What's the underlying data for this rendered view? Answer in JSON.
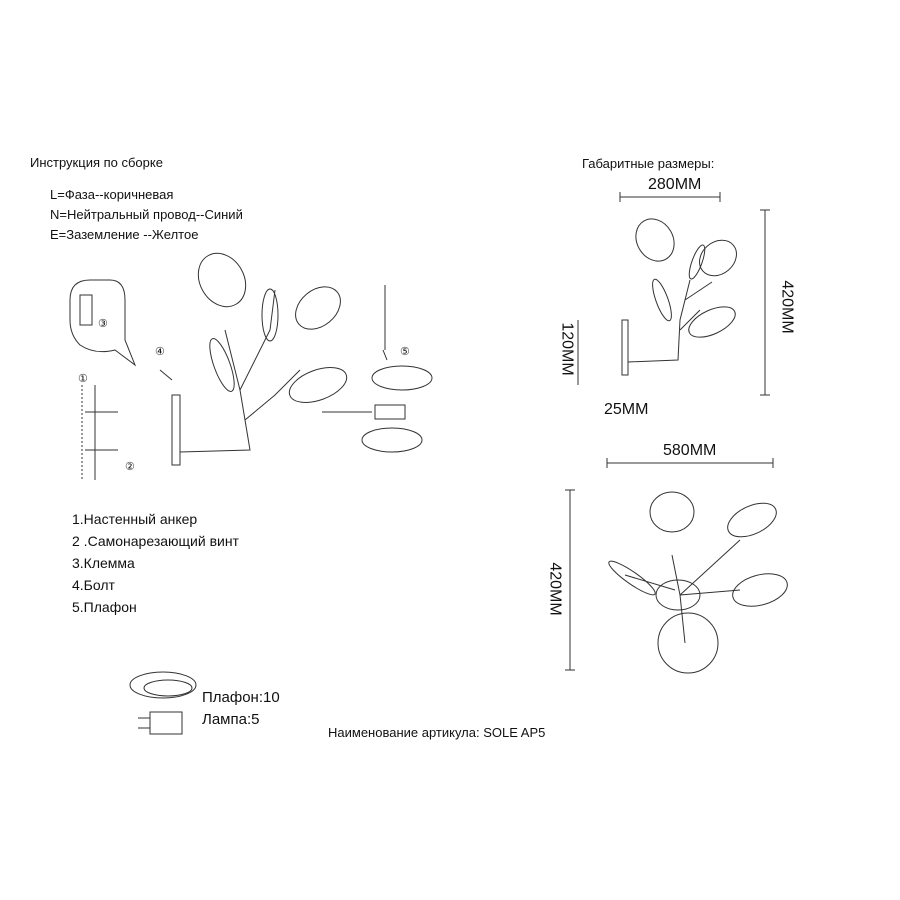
{
  "instructions": {
    "title": "Инструкция по сборке",
    "wiring": [
      "L=Фаза--коричневая",
      "N=Нейтральный провод--Синий",
      "E=Заземление --Желтое"
    ],
    "parts": [
      "1.Настенный анкер",
      "2 .Самонарезающий винт",
      "3.Клемма",
      "4.Болт",
      "5.Плафон"
    ],
    "callouts": [
      "①",
      "②",
      "③",
      "④",
      "⑤"
    ]
  },
  "dimensions": {
    "title": "Габаритные размеры:",
    "side_width": "280MM",
    "side_height": "420MM",
    "base_height": "120MM",
    "depth": "25MM",
    "top_width": "580MM",
    "top_height": "420MM"
  },
  "contents": {
    "shade": "Плафон:10",
    "lamp": "Лампа:5"
  },
  "article": "Наименование артикула: SOLE AP5"
}
